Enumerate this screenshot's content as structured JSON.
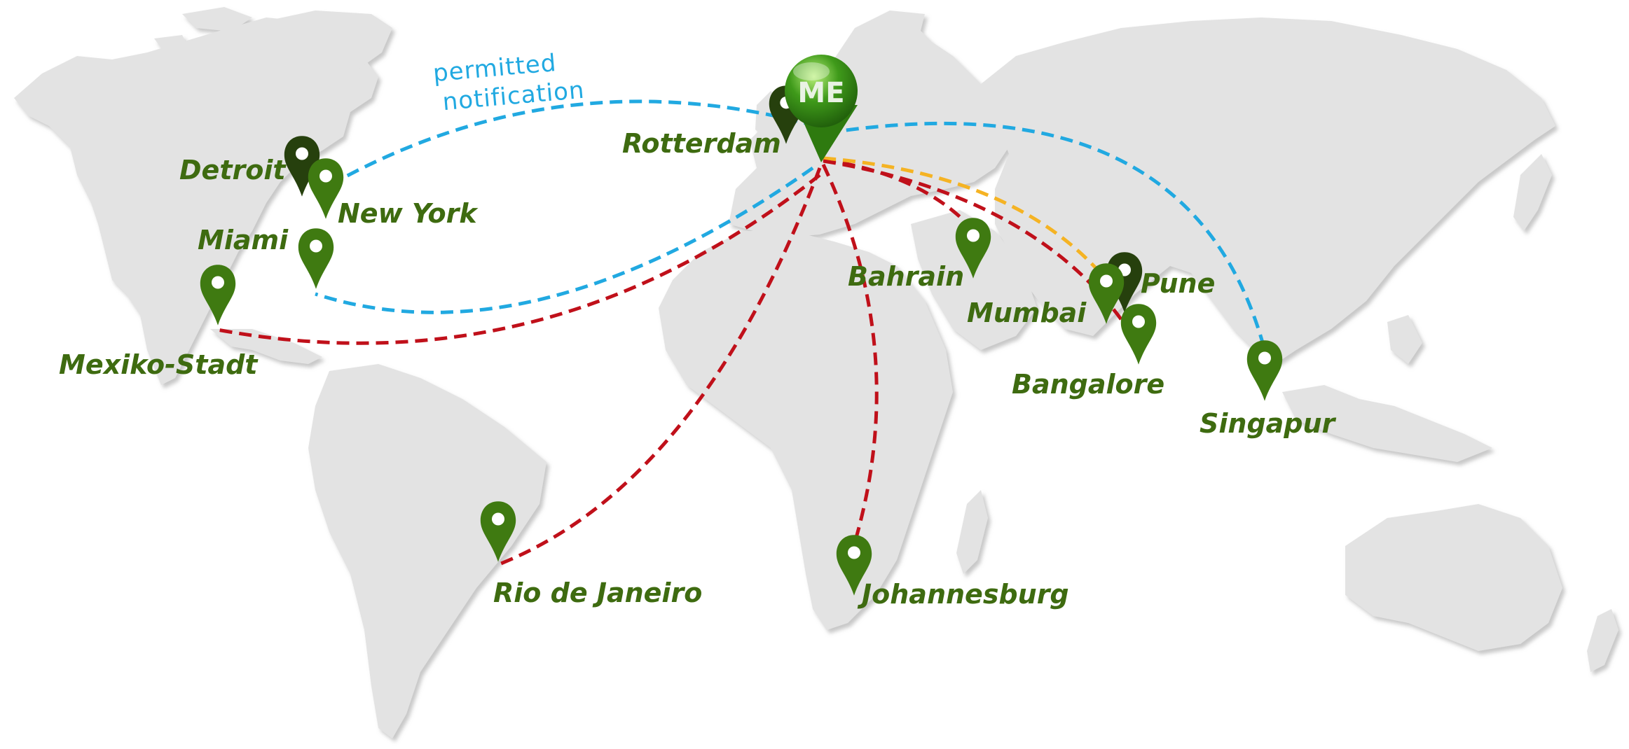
{
  "map": {
    "land_color": "#e3e3e3",
    "background_color": "#ffffff",
    "label_color": "#3e6b10",
    "pin_color": "#3f7a11",
    "pin_dark_color": "#26400d"
  },
  "hub": {
    "label": "ME",
    "name": "Rotterdam",
    "icon": "location-pin-icon"
  },
  "annotation": {
    "line1": "permitted",
    "line2": "notification",
    "color": "#21a9e1"
  },
  "route_colors": {
    "blue": "#21a9e1",
    "red": "#c0101a",
    "yellow": "#f5b323"
  },
  "cities": [
    {
      "name": "Detroit",
      "icon": "location-pin-icon"
    },
    {
      "name": "New York",
      "icon": "location-pin-icon"
    },
    {
      "name": "Miami",
      "icon": "location-pin-icon"
    },
    {
      "name": "Mexiko-Stadt",
      "icon": "location-pin-icon"
    },
    {
      "name": "Rio de Janeiro",
      "icon": "location-pin-icon"
    },
    {
      "name": "Johannesburg",
      "icon": "location-pin-icon"
    },
    {
      "name": "Bahrain",
      "icon": "location-pin-icon"
    },
    {
      "name": "Mumbai",
      "icon": "location-pin-icon"
    },
    {
      "name": "Pune",
      "icon": "location-pin-icon"
    },
    {
      "name": "Bangalore",
      "icon": "location-pin-icon"
    },
    {
      "name": "Singapur",
      "icon": "location-pin-icon"
    }
  ]
}
